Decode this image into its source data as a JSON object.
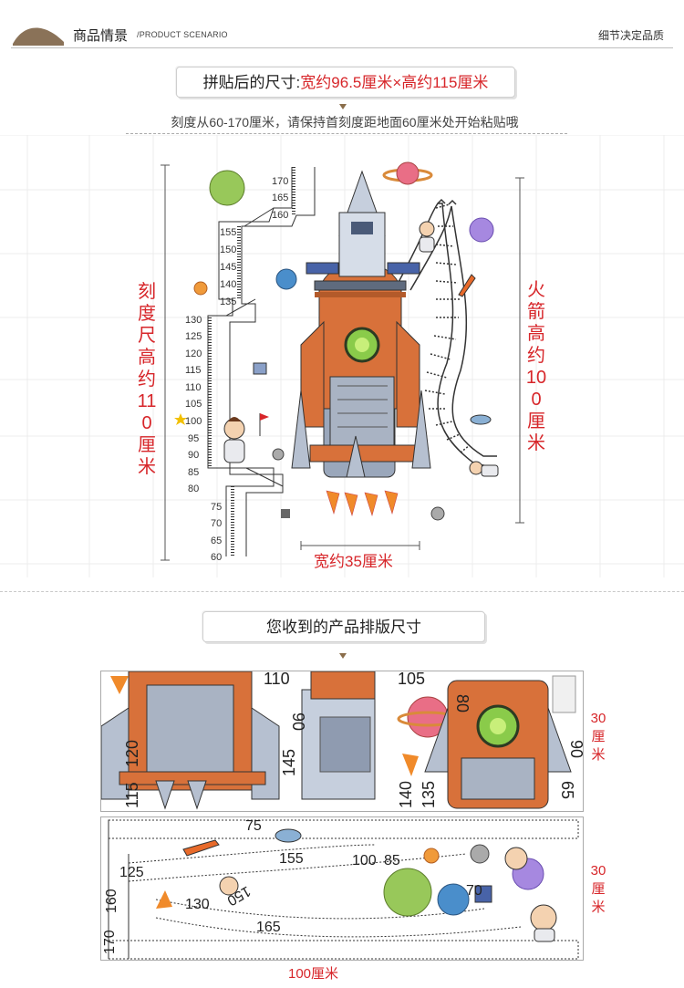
{
  "header": {
    "title": "商品情景",
    "subtitle": "/PRODUCT SCENARIO",
    "right_text": "细节决定品质"
  },
  "paste_size": {
    "prefix": "拼贴后的尺寸:",
    "value": "宽约96.5厘米×高约115厘米"
  },
  "note": "刻度从60-170厘米，请保持首刻度距地面60厘米处开始粘贴哦",
  "scene": {
    "ruler_label": "刻度尺 高约110厘米",
    "rocket_height_label": "火箭 高约100厘米",
    "rocket_width_label": "宽约35厘米",
    "upper_ticks": [
      "170",
      "165",
      "160"
    ],
    "mid_ticks": [
      "155",
      "150",
      "145",
      "140",
      "135"
    ],
    "main_ticks": [
      "130",
      "125",
      "120",
      "115",
      "110",
      "105",
      "100",
      "95",
      "90",
      "85",
      "80"
    ],
    "low_ticks": [
      "75",
      "70",
      "65",
      "60"
    ]
  },
  "layout_section": {
    "title": "您收到的产品排版尺寸",
    "sheet1_height": "30厘米",
    "sheet2_height": "30厘米",
    "width_label": "100厘米",
    "sheet1_numbers": [
      "120",
      "115",
      "110",
      "105",
      "80",
      "90",
      "145",
      "140",
      "135",
      "90",
      "65"
    ],
    "sheet2_numbers": [
      "75",
      "155",
      "100",
      "85",
      "125",
      "150",
      "130",
      "160",
      "165",
      "170",
      "70"
    ]
  },
  "colors": {
    "accent_red": "#d7262a",
    "header_brown": "#8a6d4a",
    "rocket_orange": "#d8713a",
    "rocket_steel": "#8c9cb4"
  }
}
